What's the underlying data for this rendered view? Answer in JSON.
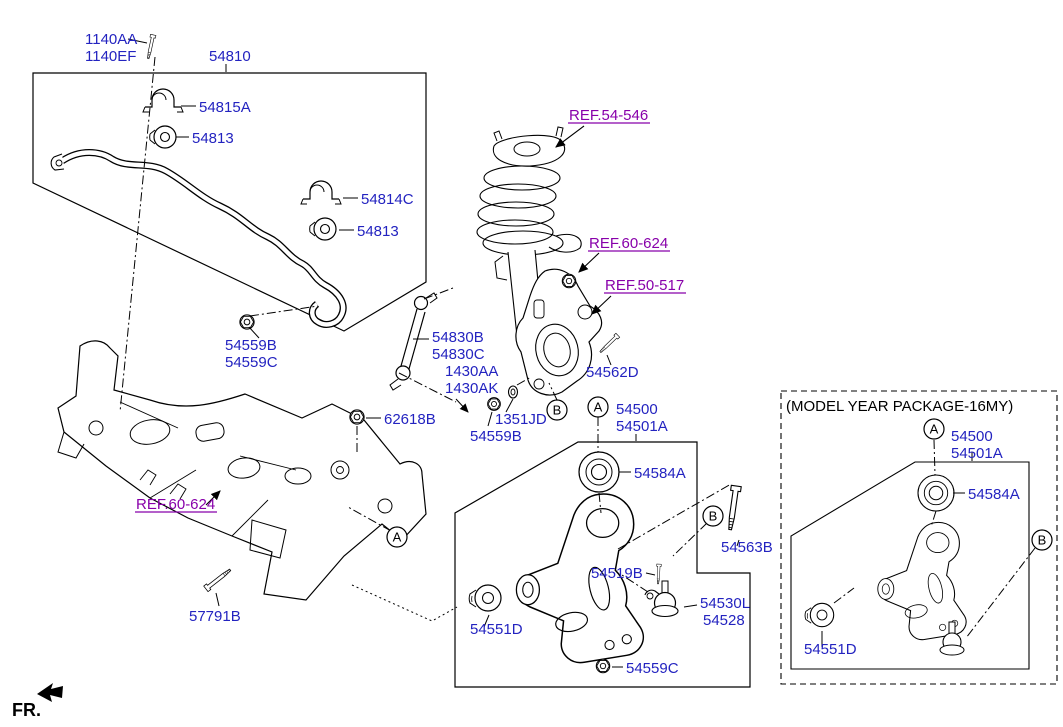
{
  "colors": {
    "part_number": "#2323c0",
    "ref_link": "#8800aa",
    "ink": "#000000",
    "background": "#ffffff"
  },
  "fr_indicator": "FR.",
  "callouts": {
    "a": "A",
    "b": "B"
  },
  "panels": {
    "model_year_title": "(MODEL YEAR PACKAGE-16MY)"
  },
  "labels": {
    "bolt_1140": {
      "line1": "1140AA",
      "line2": "1140EF"
    },
    "p54810": "54810",
    "p54815A": "54815A",
    "p54813_1": "54813",
    "p54814C": "54814C",
    "p54813_2": "54813",
    "ref_54_546": "REF.54-546",
    "ref_60_624_strut": "REF.60-624",
    "ref_50_517": "REF.50-517",
    "p54830": {
      "line1": "54830B",
      "line2": "54830C"
    },
    "p54559_pair": {
      "line1": "54559B",
      "line2": "54559C"
    },
    "p1430": {
      "line1": "1430AA",
      "line2": "1430AK"
    },
    "p54562D": "54562D",
    "p62618B": "62618B",
    "p1351JD": "1351JD",
    "p54559B": "54559B",
    "p54500_main": {
      "line1": "54500",
      "line2": "54501A"
    },
    "p54584A_main": "54584A",
    "p54563B": "54563B",
    "p54519B": "54519B",
    "p54530": {
      "line1": "54530L",
      "line2": "54528"
    },
    "p54551D_main": "54551D",
    "p54559C": "54559C",
    "ref_60_624_frame": "REF.60-624",
    "p57791B": "57791B",
    "p54500_pkg": {
      "line1": "54500",
      "line2": "54501A"
    },
    "p54584A_pkg": "54584A",
    "p54551D_pkg": "54551D"
  }
}
